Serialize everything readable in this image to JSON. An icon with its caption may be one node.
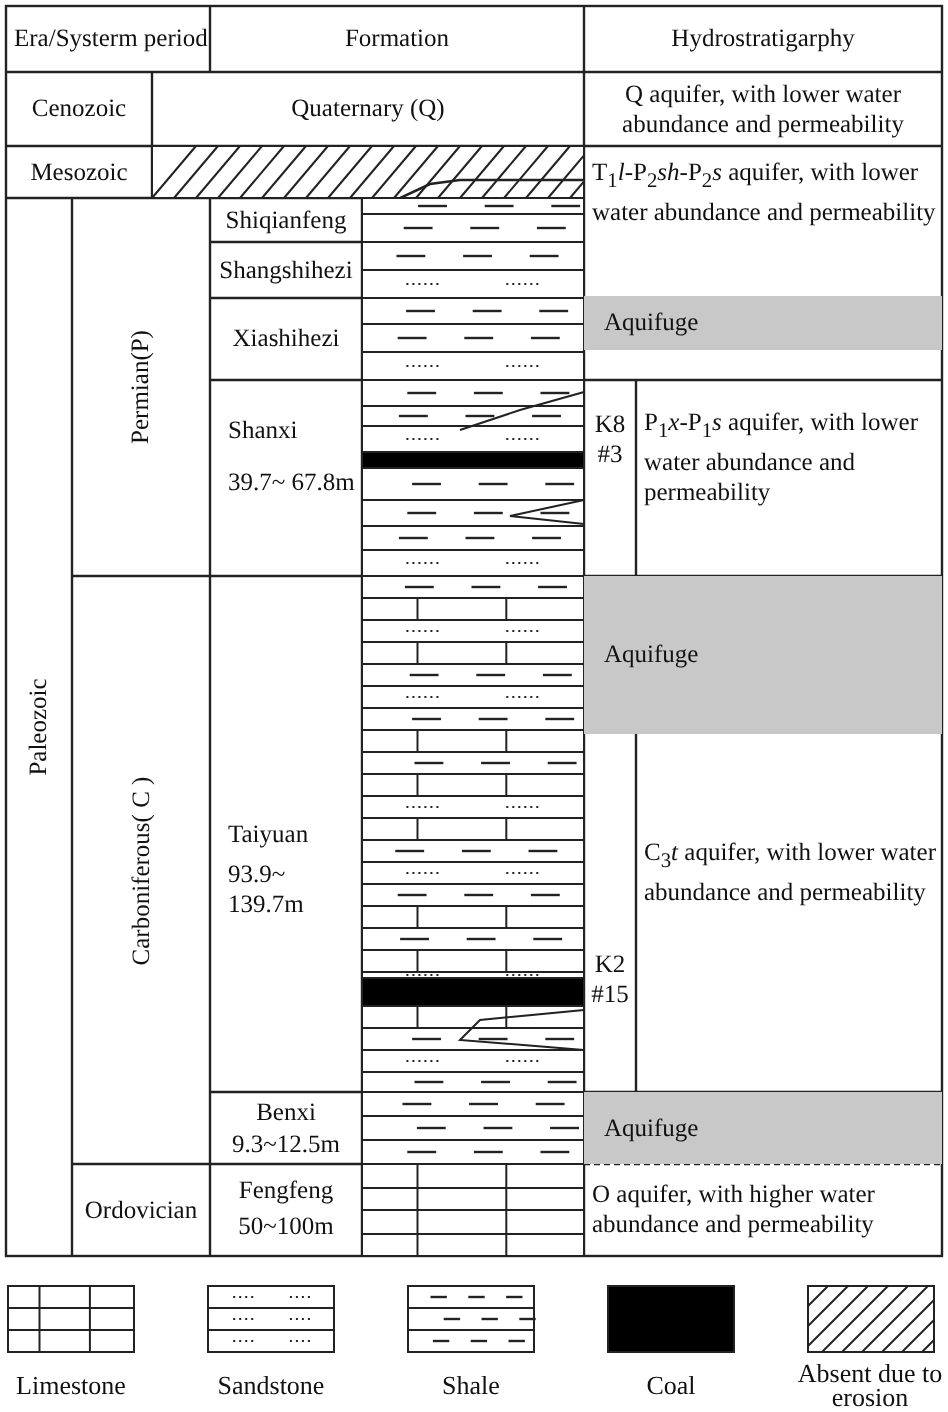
{
  "diagram": {
    "labels": [
      "Era/Systerm period",
      "Formation",
      "Hydrostratigarphy",
      "Cenozoic",
      "Quaternary (Q)",
      "Q aquifer, with lower water abundance and permeability",
      "Mesozoic",
      "T$_{1}$*l*-P$_{2}$*sh*-P$_{2}$*s* aquifer, with lower water abundance and permeability",
      "Paleozoic",
      "Permian(P)",
      "Shiqianfeng",
      "Shangshihezi",
      "Xiashihezi",
      "Aquifuge",
      "Shanxi",
      "39.7~ 67.8m",
      "K8",
      "#3",
      "P$_{1}$*x*-P$_{1}$*s* aquifer, with lower water abundance and permeability",
      "Carboniferous( C )",
      "Aquifuge",
      "Taiyuan",
      "93.9~ 139.7m",
      "K2",
      "#15",
      "C$_{3}$*t* aquifer, with lower water abundance and permeability",
      "Benxi",
      "9.3~12.5m",
      "Aquifuge",
      "Ordovician",
      "Fengfeng",
      "50~100m",
      "O aquifer, with higher water abundance and permeability"
    ],
    "legend": [
      {
        "text": "Limestone"
      },
      {
        "text": "Sandstone"
      },
      {
        "text": "Shale"
      },
      {
        "text": "Coal",
        "color": "#000000"
      },
      {
        "text": "Absent due to erosion"
      }
    ]
  }
}
